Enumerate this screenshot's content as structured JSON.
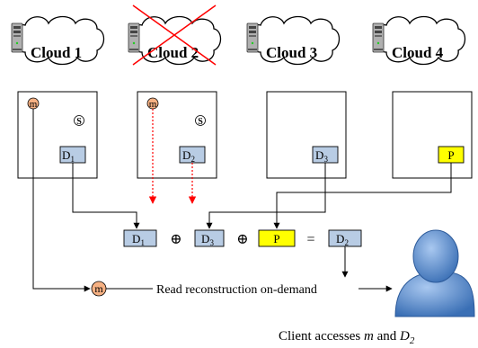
{
  "clouds": [
    {
      "label": "Cloud 1",
      "failed": false
    },
    {
      "label": "Cloud 2",
      "failed": true
    },
    {
      "label": "Cloud 3",
      "failed": false
    },
    {
      "label": "Cloud 4",
      "failed": false
    }
  ],
  "metadata_symbol": "m",
  "storage_symbol": "S",
  "blocks": {
    "d1": {
      "base": "D",
      "sub": "1"
    },
    "d2": {
      "base": "D",
      "sub": "2"
    },
    "d3": {
      "base": "D",
      "sub": "3"
    },
    "p": "P"
  },
  "equation": {
    "xor": "⊕",
    "equals": "="
  },
  "read_text": "Read reconstruction on-demand",
  "caption": {
    "prefix": "Client accesses ",
    "m": "m",
    "and": " and ",
    "d_base": "D",
    "d_sub": "2"
  },
  "colors": {
    "block_fill": "#b8cce4",
    "parity_fill": "#ffff00",
    "metadata_fill": "#f6b183",
    "failure_mark": "#ff0000",
    "user_fill": "#5b8fd0"
  }
}
